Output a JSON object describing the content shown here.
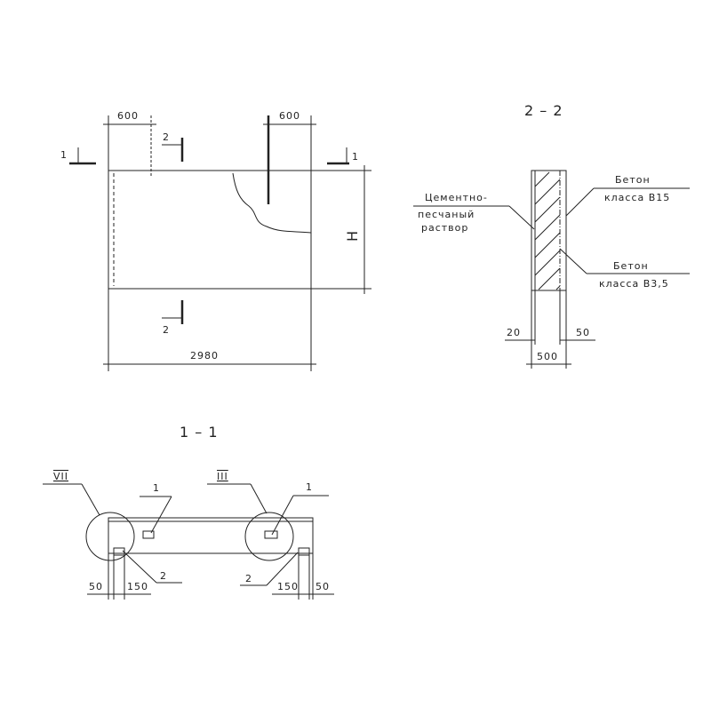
{
  "elevation": {
    "dim_left_600": "600",
    "dim_right_600": "600",
    "dim_length": "2980",
    "dim_height": "H",
    "cut1_left": "1",
    "cut1_right": "1",
    "cut2_top": "2",
    "cut2_bottom": "2"
  },
  "section_2_2": {
    "title": "2 – 2",
    "mortar_label": [
      "Цементно-",
      "песчаный",
      "раствор"
    ],
    "concrete_b15": [
      "Бетон",
      "класса В15"
    ],
    "concrete_b35": [
      "Бетон",
      "класса В3,5"
    ],
    "dim_20": "20",
    "dim_50": "50",
    "dim_500": "500"
  },
  "section_1_1": {
    "title": "1 – 1",
    "node_left": "VII",
    "node_right": "III",
    "mark1_left": "1",
    "mark1_right": "1",
    "mark2_left": "2",
    "mark2_right": "2",
    "dim_50_left": "50",
    "dim_150_left": "150",
    "dim_150_right": "150",
    "dim_50_right": "50"
  }
}
